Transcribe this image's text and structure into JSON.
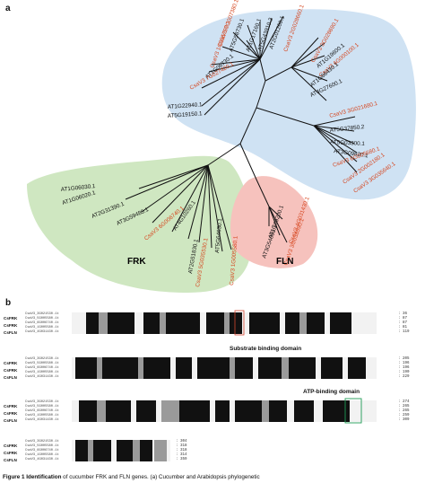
{
  "panels": {
    "a": "a",
    "b": "b"
  },
  "colors": {
    "cucumber_gene": "#d6461f",
    "arabidopsis_gene": "#111111",
    "clade_blue": "#cfe2f3",
    "clade_green": "#cfe7c1",
    "clade_red": "#f6c2bd",
    "box_red": "#d2452f",
    "box_green": "#1f9b55"
  },
  "tree": {
    "clade_labels": {
      "frk": "FRK",
      "fln": "FLN"
    },
    "blue_leaves": [
      "CsaV3 7G007380.1",
      "AT5G58730.1",
      "AT1G17160.1",
      "AT5G43910.2",
      "AT2G01260.1",
      "CsaV3 2G028660.1",
      "CsaV3 1G055790.1",
      "AT1G06730.1",
      "CsaV3 7G027420.1",
      "AT1G22940.1",
      "AT5G19150.1",
      "CsaV3 3G028690.1",
      "AT1G19600.1",
      "CsaV3 6G000100.1",
      "AT1G66430.1",
      "AT4G27600.1",
      "CsaV3 3G021680.1",
      "AT5G37850.2",
      "AT5G03300.1",
      "AT3G09820.1",
      "CsaV3 6G005680.1",
      "CsaV3 2G002180.1",
      "CsaV3 3G035640.1"
    ],
    "green_leaves": [
      "AT1G06030.1",
      "AT1G06020.1",
      "AT2G31390.1",
      "AT3G59480.1",
      "CsaV3 6G006740.1",
      "AT4G10260.1",
      "AT2G51830.1",
      "AT5G64630.1",
      "CsaV3 5G035530.1",
      "CsaV3 1G005580.1"
    ],
    "red_leaves": [
      "CsaV3 4G031430.1",
      "AT1G69200.1",
      "AT3G54090.1",
      "CsaV3 3G038590.1"
    ]
  },
  "alignment": {
    "groups": [
      "CsFRK",
      "CsFRK",
      "CsFLN"
    ],
    "seq_ids": [
      "CsaV3_3G021530.1t",
      "CsaV3_5G005580.1t",
      "CsaV3_6G006740.1t",
      "CsaV3_1G005580.1t",
      "CsaV3_4G031430.1t"
    ],
    "domains": {
      "substrate": "Substrate binding domain",
      "atp": "ATP-binding domain"
    },
    "blocks": [
      {
        "end": [
          ": 36",
          ": 87",
          ": 87",
          ": 81",
          ": 119"
        ]
      },
      {
        "end": [
          ": 205",
          ": 196",
          ": 196",
          ": 190",
          ": 229"
        ]
      },
      {
        "end": [
          ": 274",
          ": 265",
          ": 265",
          ": 259",
          ": 309"
        ]
      },
      {
        "end": [
          ": 304",
          ": 318",
          ": 318",
          ": 314",
          ": 359"
        ]
      }
    ]
  },
  "caption": {
    "bold": "Figure 1 Identification",
    "text": " of cucumber FRK and FLN genes. (a) Cucumber and Arabidopsis phylogenetic"
  }
}
